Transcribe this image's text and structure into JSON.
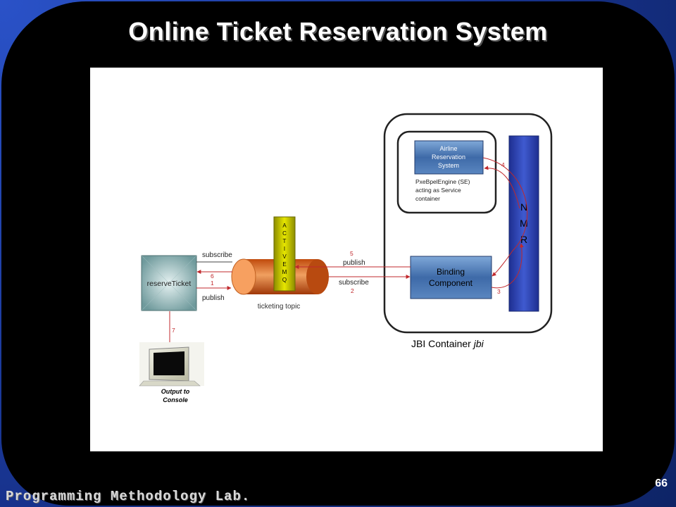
{
  "slide": {
    "title": "Online Ticket Reservation System",
    "page_number": "66",
    "footer": "Programming Methodology Lab."
  },
  "diagram": {
    "reserve_ticket": "reserveTicket",
    "activemq_letters": [
      "A",
      "C",
      "T",
      "I",
      "V",
      "E",
      "M",
      "Q"
    ],
    "ticketing_topic": "ticketing topic",
    "left_subscribe": "subscribe",
    "left_publish": "publish",
    "num_6": "6",
    "num_1": "1",
    "num_7": "7",
    "right_publish": "publish",
    "right_subscribe": "subscribe",
    "num_5": "5",
    "num_2": "2",
    "num_3": "3",
    "num_4": "4",
    "airline_line1": "Airline",
    "airline_line2": "Reservation",
    "airline_line3": "System",
    "bpel_line1": "PxeBpelEngine (SE)",
    "bpel_line2": "acting as Service",
    "bpel_line3": "container",
    "binding_line1": "Binding",
    "binding_line2": "Component",
    "nmr_letters": [
      "N",
      "M",
      "R"
    ],
    "jbi_container_text": "JBI Container ",
    "jbi_italic": "jbi",
    "output_line1": "Output to",
    "output_line2": "Console"
  },
  "colors": {
    "arrow_red": "#c0282c",
    "nmr_blue": "#2a3fa0",
    "activemq_yellow": "#c8c800",
    "cylinder_orange": "#d65c10"
  }
}
